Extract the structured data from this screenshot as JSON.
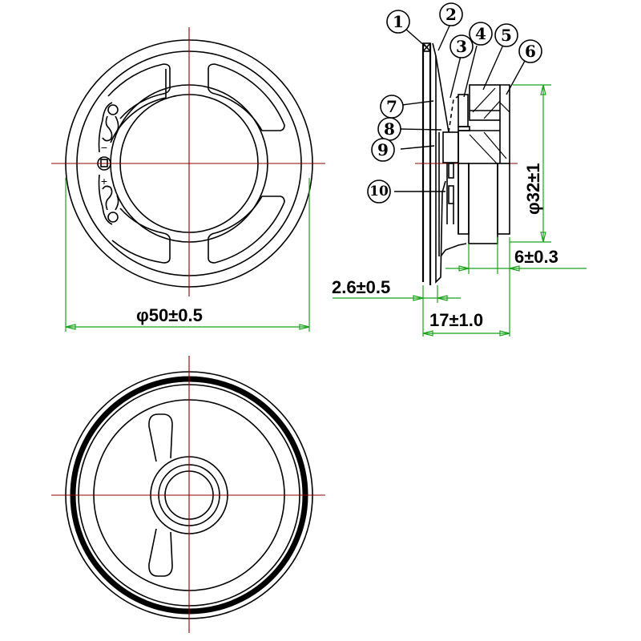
{
  "drawing": {
    "subject": "50mm loudspeaker mechanical drawing",
    "views": {
      "front": {
        "label": "front-view"
      },
      "side_section": {
        "label": "side-section-view"
      },
      "rear": {
        "label": "rear-view"
      }
    },
    "polarity": {
      "negative": "−",
      "positive": "+"
    },
    "balloons": [
      {
        "n": "1"
      },
      {
        "n": "2"
      },
      {
        "n": "3"
      },
      {
        "n": "4"
      },
      {
        "n": "5"
      },
      {
        "n": "6"
      },
      {
        "n": "7"
      },
      {
        "n": "8"
      },
      {
        "n": "9"
      },
      {
        "n": "10"
      }
    ],
    "dimensions": {
      "outer_diameter": "φ50±0.5",
      "magnet_diameter": "φ32±1",
      "magnet_depth": "6±0.3",
      "flange_thickness": "2.6±0.5",
      "overall_depth": "17±1.0"
    },
    "colors": {
      "outline": "#000000",
      "centerline": "#8b0000",
      "dimension": "#1aa31a",
      "background": "#ffffff"
    }
  }
}
